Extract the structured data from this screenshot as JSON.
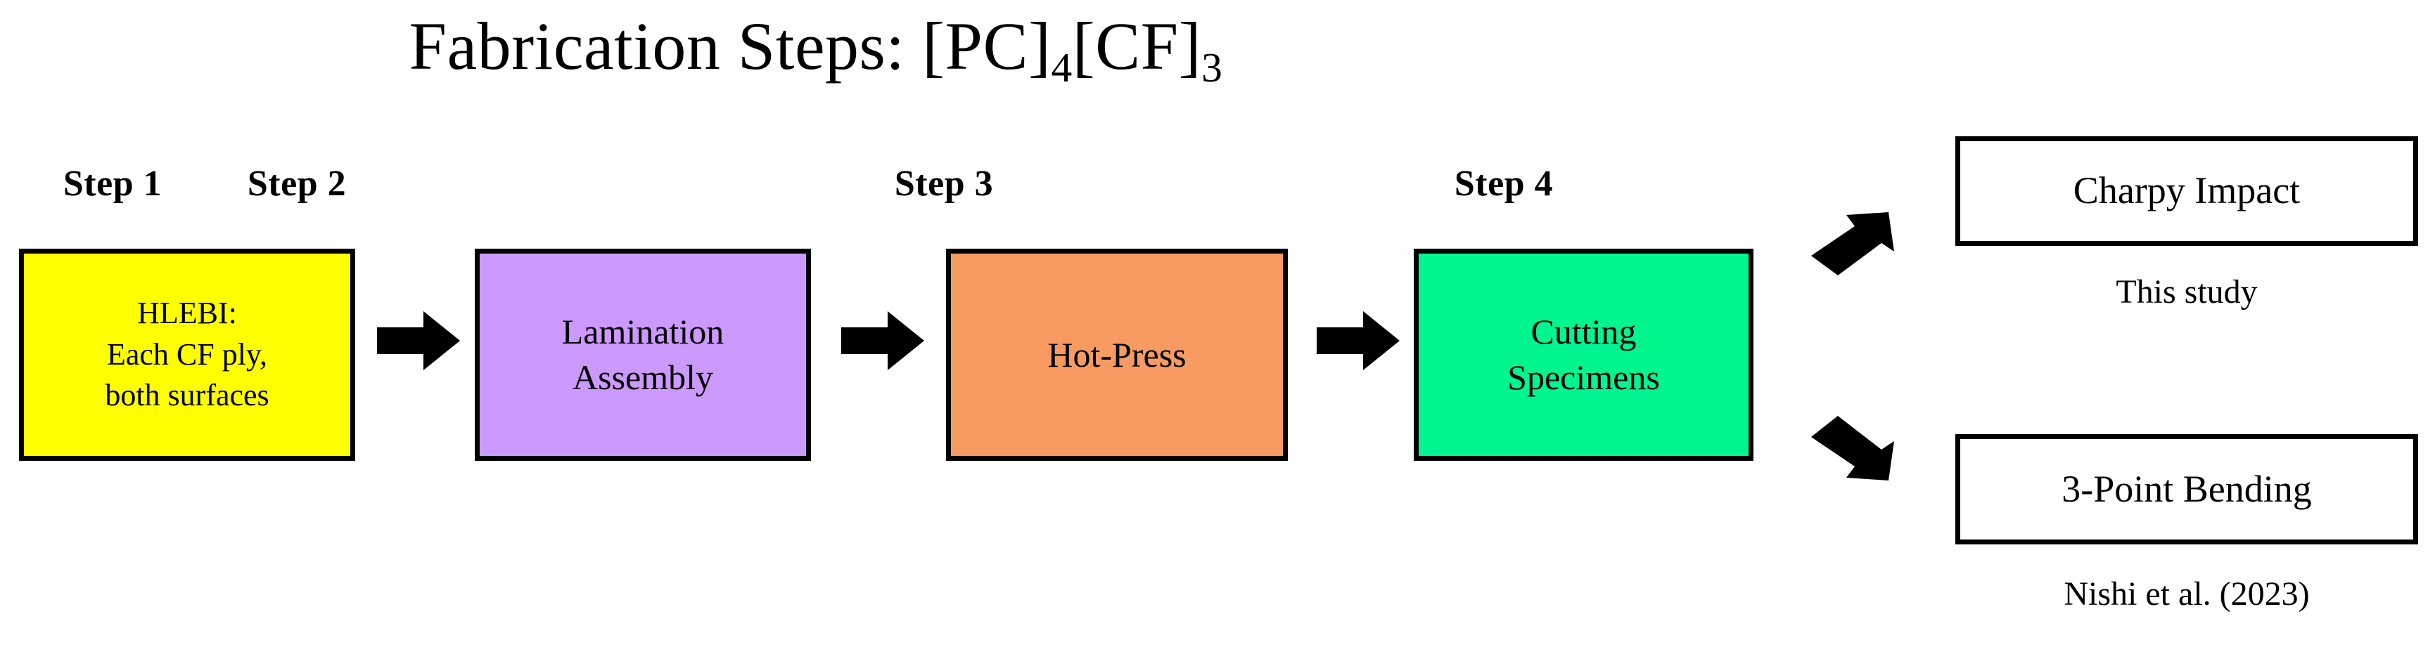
{
  "diagram": {
    "title": {
      "prefix": "Fabrication Steps: [PC]",
      "sub1": "4",
      "middle": "[CF]",
      "sub2": "3",
      "full_text": "Fabrication Steps: [PC]4[CF]3"
    },
    "steps": [
      {
        "label": "Step 1",
        "box_text": "HLEBI:\nEach CF  ply,\nboth surfaces",
        "color": "#FFFF00",
        "color_name": "yellow"
      },
      {
        "label": "Step 2",
        "box_text": "Lamination\nAssembly",
        "color": "#CC99FF",
        "color_name": "light-purple"
      },
      {
        "label": "Step 3",
        "box_text": "Hot-Press",
        "color": "#F89B63",
        "color_name": "orange"
      },
      {
        "label": "Step 4",
        "box_text": "Cutting\nSpecimens",
        "color": "#00F58F",
        "color_name": "spring-green"
      }
    ],
    "arrows": {
      "flow_arrow_icon": "right-block-arrow-icon",
      "branch_up_icon": "up-right-block-arrow-icon",
      "branch_down_icon": "down-right-block-arrow-icon",
      "color": "#000000"
    },
    "outcomes": [
      {
        "title": "Charpy Impact",
        "caption": "This study"
      },
      {
        "title": "3-Point Bending",
        "caption": "Nishi et al. (2023)"
      }
    ],
    "colors": {
      "background": "#FFFFFF",
      "stroke": "#000000",
      "text": "#000000"
    }
  }
}
